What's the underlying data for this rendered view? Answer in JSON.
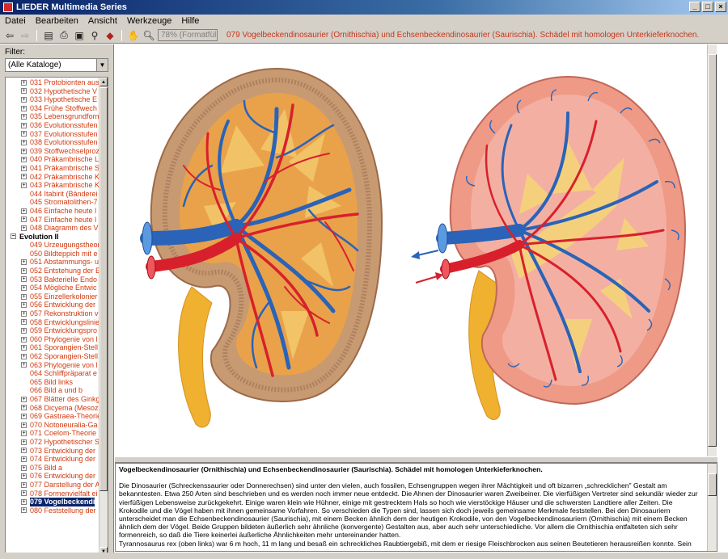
{
  "window": {
    "title": "LIEDER Multimedia Series"
  },
  "menu": [
    "Datei",
    "Bearbeiten",
    "Ansicht",
    "Werkzeuge",
    "Hilfe"
  ],
  "toolbar": {
    "zoom": "78% (Formatfüllend)",
    "caption": "079 Vogelbeckendinosaurier (Ornithischia) und Echsenbeckendinosaurier (Saurischia). Schädel mit homologen Unterkieferknochen."
  },
  "filter": {
    "label": "Filter:",
    "value": "(Alle Kataloge)"
  },
  "tree": [
    {
      "type": "item",
      "label": "031 Protobionten aus"
    },
    {
      "type": "item",
      "label": "032 Hypothetische V"
    },
    {
      "type": "item",
      "label": "033 Hypothetische E"
    },
    {
      "type": "item",
      "label": "034 Frühe Stoffwech"
    },
    {
      "type": "item",
      "label": "035 Lebensgrundform"
    },
    {
      "type": "item",
      "label": "036 Evolutionsstufen"
    },
    {
      "type": "item",
      "label": "037 Evolutionsstufen"
    },
    {
      "type": "item",
      "label": "038 Evolutionsstufen"
    },
    {
      "type": "item",
      "label": "039 Stoffwechselproz"
    },
    {
      "type": "item",
      "label": "040 Präkambrische L"
    },
    {
      "type": "item",
      "label": "041 Präkambrische S"
    },
    {
      "type": "item",
      "label": "042 Präkambrische K"
    },
    {
      "type": "item",
      "label": "043 Präkambrische K"
    },
    {
      "type": "leaf",
      "label": "044 Itabirit (Bänderei"
    },
    {
      "type": "leaf",
      "label": "045 Stromatolithen-7"
    },
    {
      "type": "item",
      "label": "046 Einfache heute l"
    },
    {
      "type": "item",
      "label": "047 Einfache heute l"
    },
    {
      "type": "item",
      "label": "048 Diagramm des V"
    },
    {
      "type": "group",
      "label": "Evolution II"
    },
    {
      "type": "leaf",
      "label": "049 Urzeugungstheor"
    },
    {
      "type": "leaf",
      "label": "050 Bildteppich mit e"
    },
    {
      "type": "item",
      "label": "051 Abstammungs- u"
    },
    {
      "type": "item",
      "label": "052 Entstehung der E"
    },
    {
      "type": "item",
      "label": "053 Bakterielle Endo"
    },
    {
      "type": "item",
      "label": "054 Mögliche Entwic"
    },
    {
      "type": "item",
      "label": "055 Einzellerkolonier"
    },
    {
      "type": "item",
      "label": "056 Entwicklung der"
    },
    {
      "type": "item",
      "label": "057 Rekonstruktion v"
    },
    {
      "type": "item",
      "label": "058 Entwicklungslinie"
    },
    {
      "type": "item",
      "label": "059 Entwicklungspro"
    },
    {
      "type": "item",
      "label": "060 Phylogenie von l"
    },
    {
      "type": "item",
      "label": "061 Sporangien-Stell"
    },
    {
      "type": "item",
      "label": "062 Sporangien-Stell"
    },
    {
      "type": "item",
      "label": "063 Phylogenie von l"
    },
    {
      "type": "leaf",
      "label": "064 Schliffpräparat e"
    },
    {
      "type": "leaf",
      "label": "065 Bild links"
    },
    {
      "type": "leaf",
      "label": "066 Bild a und b"
    },
    {
      "type": "item",
      "label": "067 Blätter des Ginkg"
    },
    {
      "type": "item",
      "label": "068 Dicyema (Mesoz"
    },
    {
      "type": "item",
      "label": "069 Gastraea-Theorie"
    },
    {
      "type": "item",
      "label": "070 Notoneuralia-Ga"
    },
    {
      "type": "item",
      "label": "071 Coelom-Theorie"
    },
    {
      "type": "item",
      "label": "072 Hypothetischer S"
    },
    {
      "type": "item",
      "label": "073 Entwicklung der"
    },
    {
      "type": "item",
      "label": "074 Entwicklung der"
    },
    {
      "type": "item",
      "label": "075 Bild a"
    },
    {
      "type": "item",
      "label": "076 Entwicklung der"
    },
    {
      "type": "item",
      "label": "077 Darstellung der A"
    },
    {
      "type": "item",
      "label": "078 Formenvielfalt ei"
    },
    {
      "type": "selected",
      "label": "079 Vogelbeckendi"
    },
    {
      "type": "item",
      "label": "080 Feststellung der"
    }
  ],
  "text": {
    "heading": "Vogelbeckendinosaurier (Ornithischia) und Echsenbeckendinosaurier (Saurischia). Schädel mit homologen Unterkieferknochen.",
    "paragraph": "Die Dinosaurier (Schreckenssaurier oder Donnerechsen) sind unter den vielen, auch fossilen, Echsengruppen wegen ihrer Mächtigkeit und oft bizarren „schrecklichen\" Gestalt am bekanntesten. Etwa 250 Arten sind beschrieben und es werden noch immer neue entdeckt. Die Ahnen der Dinosaurier waren Zweibeiner. Die vierfüßigen Vertreter sind sekundär wieder zur vierfüßigen Lebensweise zurückgekehrt. Einige waren klein wie Hühner, einige mit gestrecktem Hals so hoch wie vierstöckige Häuser und die schwersten Landtiere aller Zeiten. Die Krokodile und die Vögel haben mit ihnen gemeinsame Vorfahren. So verschieden die Typen sind, lassen sich doch jeweils gemeinsame Merkmale feststellen. Bei den Dinosauriern unterscheidet man die Echsenbeckendinosaurier (Saurischia), mit einem Becken ähnlich dem der heutigen Krokodile, von den Vogelbeckendinosauriern (Ornithischia) mit einem Becken ähnlich dem der Vögel. Beide Gruppen bildeten äußerlich sehr ähnliche (konvergente) Gestalten aus, aber auch sehr unterschiedliche. Vor allem die Ornithischia entfalteten sich sehr formenreich, so daß die Tiere keinerlei äußerliche Ähnlichkeiten mehr untereinander hatten.",
    "paragraph2": "Tyrannosaurus rex (oben links) war 6 m hoch, 11 m lang und besaß ein schreckliches Raubtiergebiß, mit dem er riesige Fleischbrocken aus seinen Beutetieren herausreißen konnte. Sein"
  },
  "colors": {
    "cortex_left": "#e9a24a",
    "cortex_right": "#ee9a86",
    "vein": "#2a63b8",
    "artery": "#d8202c",
    "ureter": "#f0b030"
  }
}
